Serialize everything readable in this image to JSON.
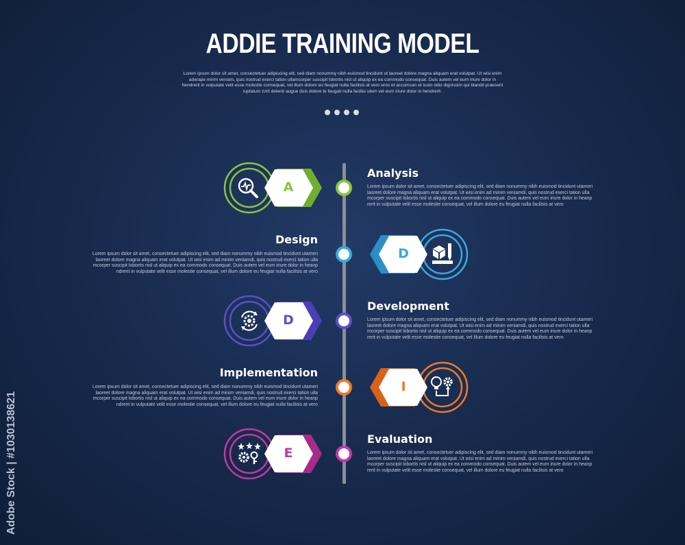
{
  "title": "ADDIE TRAINING MODEL",
  "subtitle": "Lorem ipsum dolor sit amet, consectetuer adipiscing elit, sed diam nonummy nibh euismod tincidunt ut laoreet dolore magna aliquam erat volutpat. Ut wisi enim aderape mirim veniam, quis nostrud exerci tation ullamcorper suscipit lobortis nisl ut aliquip ex ea commodo consequat. Duis autem vel eum iriure dolor in hendrerit in vulputate velit esse molestie consequat, vel illum dolore eu feugiat nulla facilisis at vero eros et accumsan et iusto odio dignissim qui blandit praesent luptatum zzril delenit augue duis dolore te feugait nulla facilisi utem vel eum iriure dolor in hendrerit.",
  "steps": [
    {
      "letter": "A",
      "title": "Analysis",
      "desc": "Lorem ipsum dolor sit amet, consectetuer adipiscing elit, sed diam nonummy nibh euismod tincidunt utameri laoreet dolore magna aliquam erat volutpat. Ut wisi enim ad minim veniamdi, quis nostrud exerci tation ulla mcorper suscipit lobortis nisl ut aliquip ex ea commodo consequat. Duis autem vel eum iriure dolor in heanp rerit in vulputate velit esse molestie consequat, vel illum dolore eu feugiat nulla facilisis at vero",
      "color": "#8bc53f",
      "icon": "analysis-magnifier-icon"
    },
    {
      "letter": "D",
      "title": "Design",
      "desc": "Lorem ipsum dolor sit amet, consectetuer adipiscing elit, sed diam nonummy nibh euismod tincidunt utameri laoreet dolore magna aliquam erat volutpat. Ut wisi enim ad minim veniamdi, quis nostrud exerci tation ulla mcorper suscipit lobortis nisl ut aliquip ex ea commodo consequat. Duis autem vel eum iriure dolor in heanp ndrerit in vulputate velit esse molestie consequat, vel illum dolore eu feugiat nulla facilisis at vero",
      "color": "#3aa8e0",
      "icon": "design-cube-ruler-icon"
    },
    {
      "letter": "D",
      "title": "Development",
      "desc": "Lorem ipsum dolor sit amet, consectetuer adipiscing elit, sed diam nonummy nibh euismod tincidunt utameri laoreet dolore magna aliquam erat volutpat. Ut wisi enim ad minim veniamdi, quis nostrud exerci tation ulla mcorper suscipit lobortis nisl ut aliquip ex ea commodo consequat. Duis autem vel eum iriure dolor in heanp rerit in vulputate velit esse molestie consequat, vel illum dolore eu feugiat nulla facilisis at vero",
      "color": "#5b4fc9",
      "icon": "development-gear-cycle-icon"
    },
    {
      "letter": "I",
      "title": "Implementation",
      "desc": "Lorem ipsum dolor sit amet, consectetuer adipiscing elit, sed diam nonummy nibh euismod tincidunt utameri laoreet dolore magna aliquam erat volutpat. Ut wisi enim ad minim veniamdi, quis nostrud exerci tation ulla mcorper suscipit lobortis nisl ut aliquip ex ea commodo consequat. Duis autem vel eum iriure dolor in heanp ndrerit in vulputate velit esse molestie consequat, vel illum dolore eu feugiat nulla facilisis at vero",
      "color": "#ee7a2a",
      "icon": "implementation-bulb-gear-icon"
    },
    {
      "letter": "E",
      "title": "Evaluation",
      "desc": "Lorem ipsum dolor sit amet, consectetuer adipiscing elit, sed diam nonummy nibh euismod tincidunt utameri laoreet dolore magna aliquam erat volutpat. Ut wisi enim ad minim veniamdi, quis nostrud exerci tation ulla mcorper suscipit lobortis nisl ut aliquip ex ea commodo consequat. Duis autem vel eum iriure dolor in heanp rerit in vulputate velit esse molestie consequat, vel illum dolore eu feugiat nulla facilisis at vero",
      "color": "#c03aa0",
      "icon": "evaluation-stars-gears-icon"
    }
  ],
  "watermark": "Adobe Stock | #1030138621"
}
